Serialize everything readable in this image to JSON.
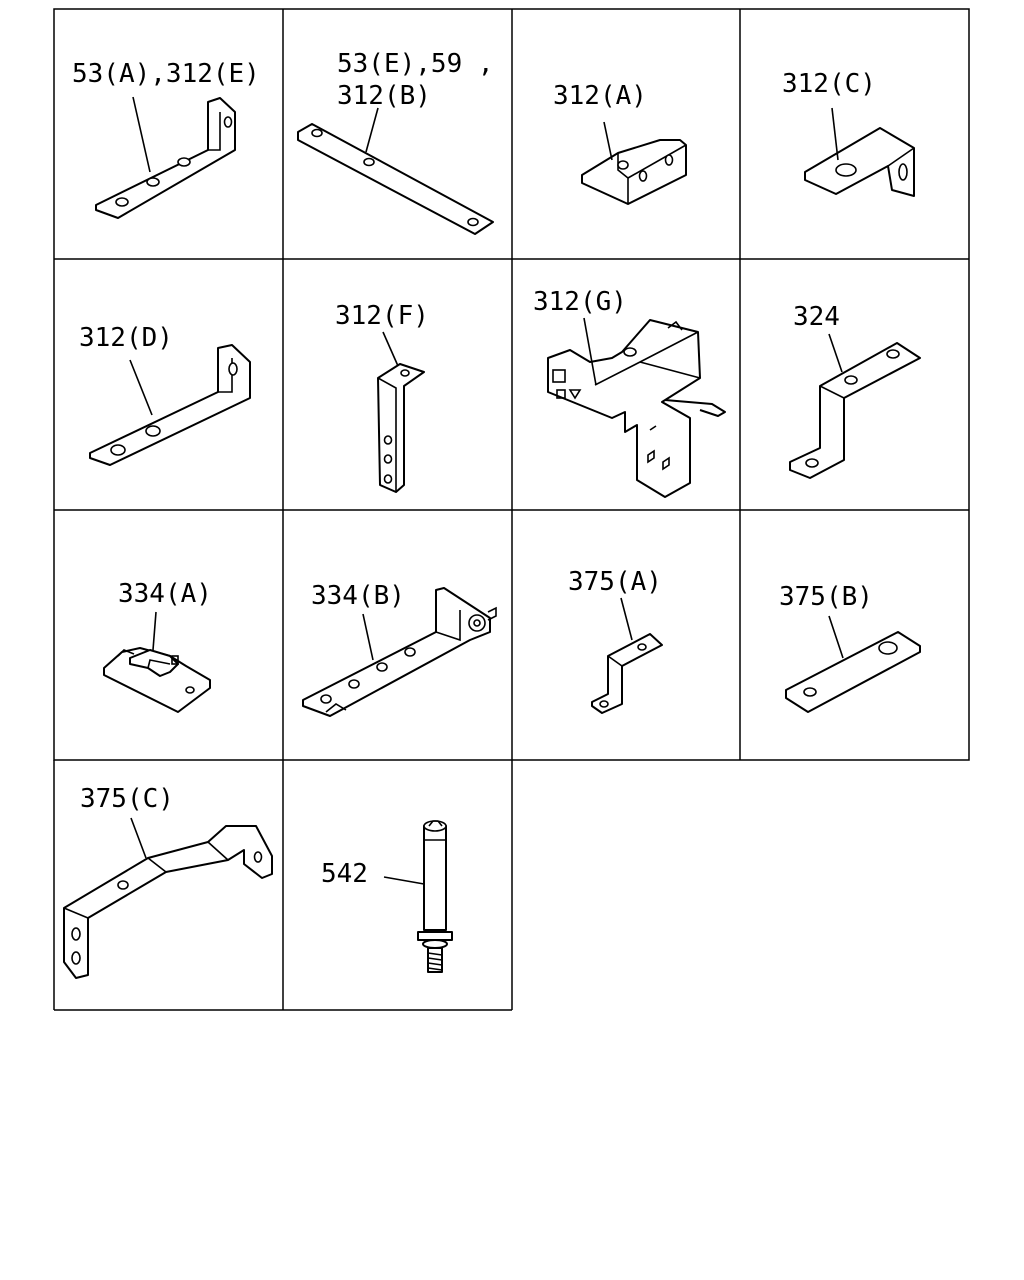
{
  "cells": [
    {
      "id": "c1",
      "label": "53(A),312(E)"
    },
    {
      "id": "c2",
      "label": "53(E),59 ,",
      "label2": "312(B)"
    },
    {
      "id": "c3",
      "label": "312(A)"
    },
    {
      "id": "c4",
      "label": "312(C)"
    },
    {
      "id": "c5",
      "label": "312(D)"
    },
    {
      "id": "c6",
      "label": "312(F)"
    },
    {
      "id": "c7",
      "label": "312(G)"
    },
    {
      "id": "c8",
      "label": "324"
    },
    {
      "id": "c9",
      "label": "334(A)"
    },
    {
      "id": "c10",
      "label": "334(B)"
    },
    {
      "id": "c11",
      "label": "375(A)"
    },
    {
      "id": "c12",
      "label": "375(B)"
    },
    {
      "id": "c13",
      "label": "375(C)"
    },
    {
      "id": "c14",
      "label": "542"
    }
  ]
}
